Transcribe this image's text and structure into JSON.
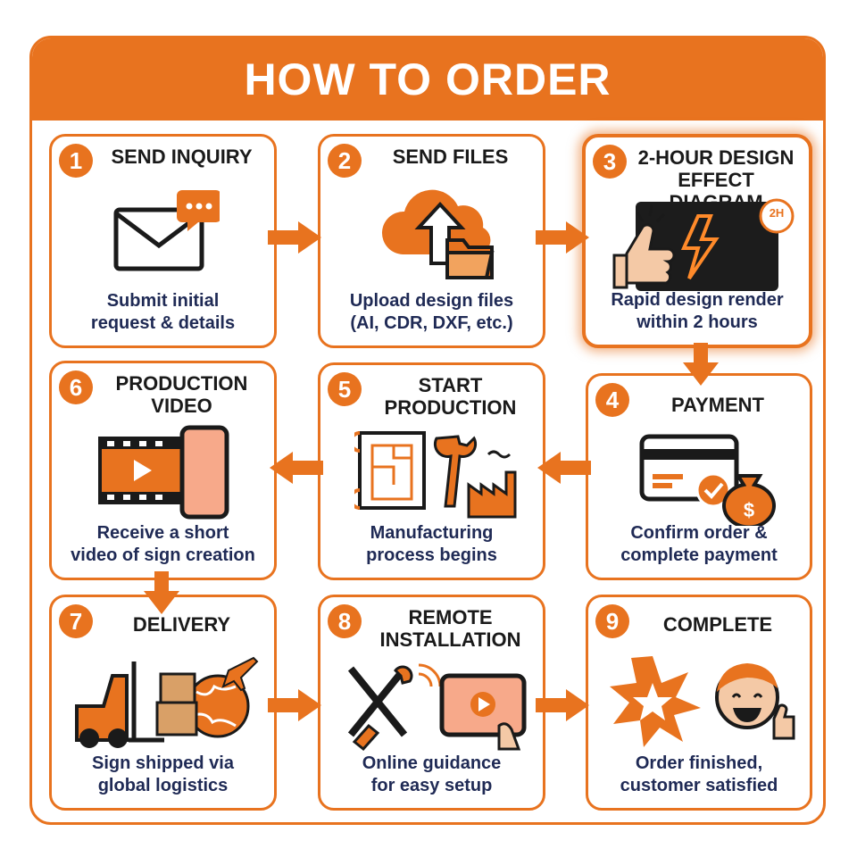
{
  "title": "HOW TO ORDER",
  "colors": {
    "accent": "#E8731F",
    "title_text": "#1a1a1a",
    "desc_text": "#1f2a55"
  },
  "steps": [
    {
      "number": "1",
      "title": "SEND INQUIRY",
      "desc": "Submit initial\nrequest & details",
      "icon": "envelope-chat-icon"
    },
    {
      "number": "2",
      "title": "SEND FILES",
      "desc": "Upload design files\n(AI, CDR, DXF, etc.)",
      "icon": "cloud-upload-folder-icon"
    },
    {
      "number": "3",
      "title": "2-HOUR DESIGN\nEFFECT DIAGRAM",
      "desc": "Rapid design render\nwithin 2 hours",
      "icon": "thumbs-up-neon-bolt-icon",
      "badge_text": "2H"
    },
    {
      "number": "4",
      "title": "PAYMENT",
      "desc": "Confirm order &\ncomplete payment",
      "icon": "credit-card-money-bag-icon"
    },
    {
      "number": "5",
      "title": "START\nPRODUCTION",
      "desc": "Manufacturing\nprocess begins",
      "icon": "blueprint-wrench-factory-icon"
    },
    {
      "number": "6",
      "title": "PRODUCTION\nVIDEO",
      "desc": "Receive a short\nvideo of sign creation",
      "icon": "film-strip-phone-icon"
    },
    {
      "number": "7",
      "title": "DELIVERY",
      "desc": "Sign shipped via\nglobal logistics",
      "icon": "forklift-boxes-globe-plane-icon"
    },
    {
      "number": "8",
      "title": "REMOTE\nINSTALLATION",
      "desc": "Online guidance\nfor easy setup",
      "icon": "tools-tablet-video-icon"
    },
    {
      "number": "9",
      "title": "COMPLETE",
      "desc": "Order finished,\ncustomer satisfied",
      "icon": "star-burst-happy-face-icon"
    }
  ]
}
